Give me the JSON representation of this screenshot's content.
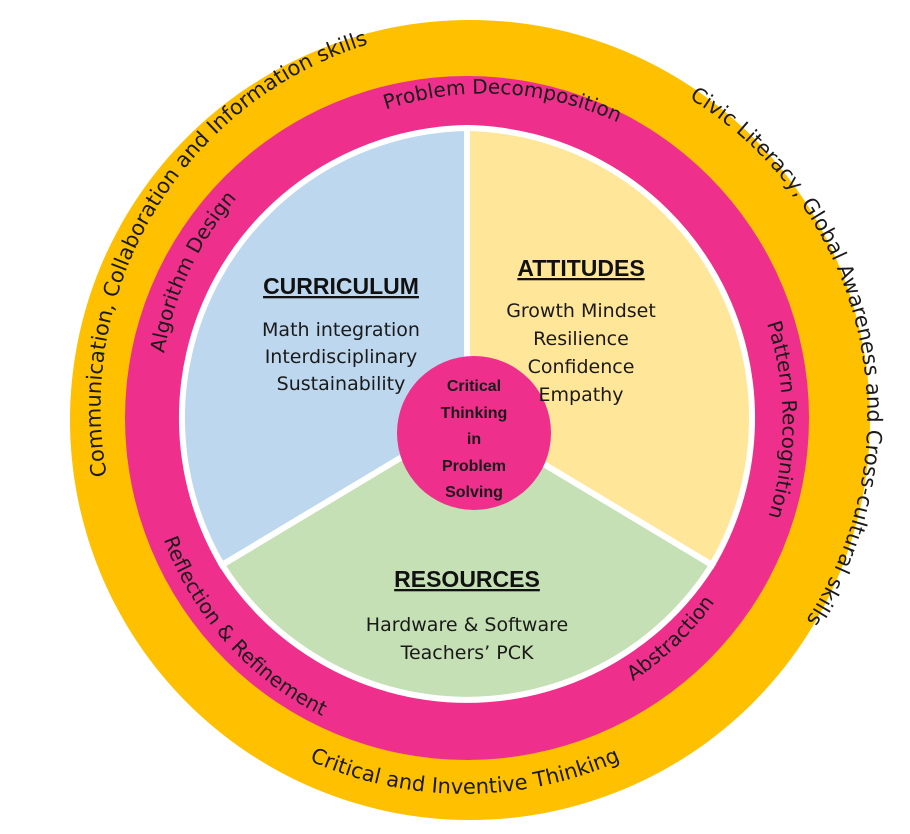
{
  "colors": {
    "outer_ring": "#FFC000",
    "middle_ring": "#EE2F8C",
    "curriculum": "#BDD7EE",
    "attitudes": "#FFE699",
    "resources": "#C5E0B4",
    "core": "#EE2F8C"
  },
  "outer_ring": {
    "communication": "Communication, Collaboration and Information skills",
    "civic": "Civic Literacy, Global Awareness and Cross-cultural skills",
    "critical": "Critical and Inventive Thinking"
  },
  "middle_ring": {
    "decomposition": "Problem Decomposition",
    "algorithm": "Algorithm Design",
    "pattern": "Pattern Recognition",
    "abstraction": "Abstraction",
    "reflection": "Reflection & Refinement"
  },
  "curriculum": {
    "title": "CURRICULUM",
    "items": [
      "Math integration",
      "Interdisciplinary",
      "Sustainability"
    ]
  },
  "attitudes": {
    "title": "ATTITUDES",
    "items": [
      "Growth Mindset",
      "Resilience",
      "Confidence",
      "Empathy"
    ]
  },
  "resources": {
    "title": "RESOURCES",
    "items": [
      "Hardware & Software",
      "Teachers’ PCK"
    ]
  },
  "core": {
    "lines": [
      "Critical",
      "Thinking",
      "in",
      "Problem",
      "Solving"
    ]
  }
}
